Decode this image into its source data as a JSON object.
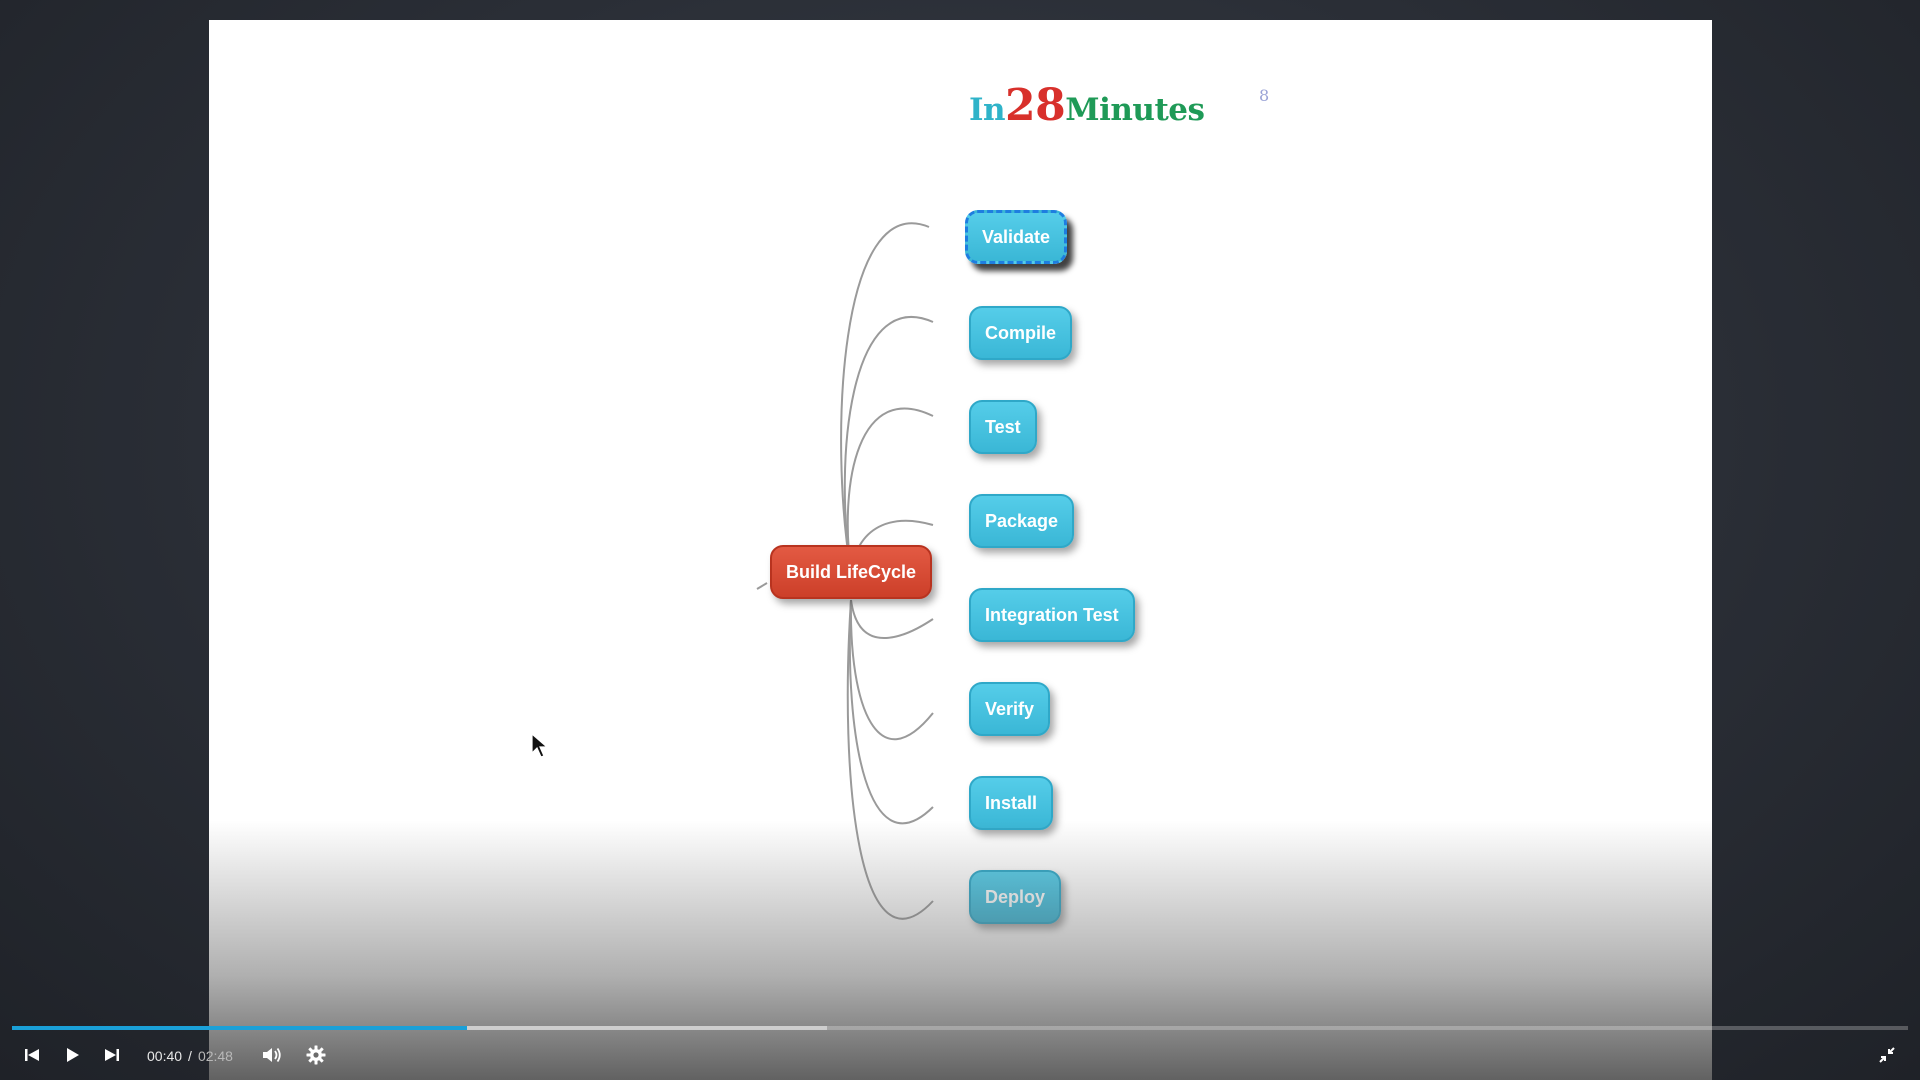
{
  "logo": {
    "part1": "In",
    "part2": "28",
    "part3": "Minutes"
  },
  "slide_number": "8",
  "mindmap": {
    "root": "Build LifeCycle",
    "phases": [
      {
        "label": "Validate",
        "selected": true
      },
      {
        "label": "Compile"
      },
      {
        "label": "Test"
      },
      {
        "label": "Package"
      },
      {
        "label": "Integration Test"
      },
      {
        "label": "Verify"
      },
      {
        "label": "Install"
      },
      {
        "label": "Deploy"
      }
    ]
  },
  "player": {
    "current_time": "00:40",
    "separator": "/",
    "duration": "02:48",
    "played_fraction": 0.24,
    "buffered_fraction": 0.43,
    "icons": {
      "previous": "skip-previous-icon",
      "play": "play-icon",
      "next": "skip-next-icon",
      "volume": "volume-icon",
      "settings": "gear-icon",
      "fullscreen": "exit-fullscreen-icon"
    },
    "accent_color": "#1aa0d8"
  }
}
